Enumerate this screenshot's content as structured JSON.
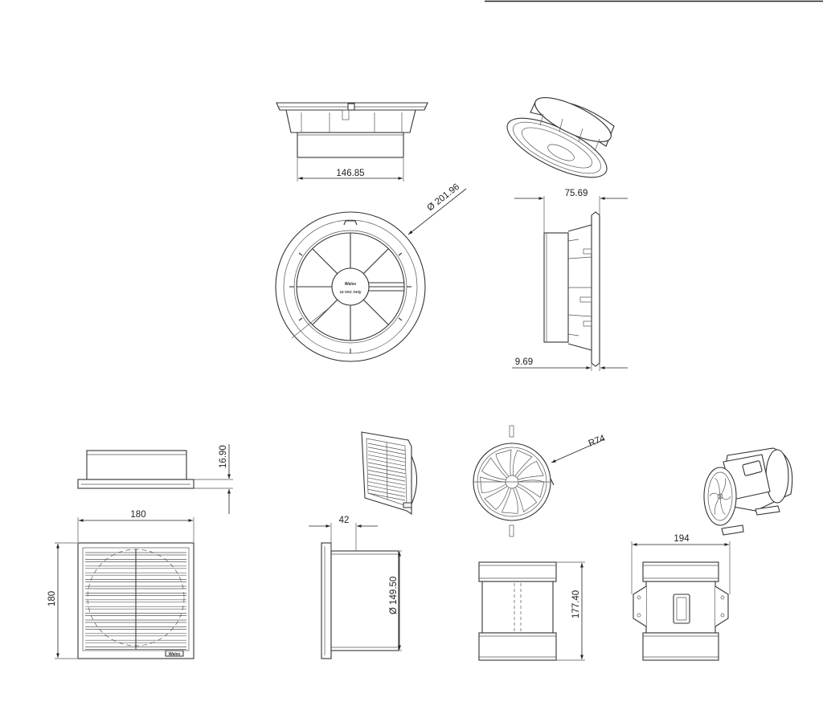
{
  "dimensions": {
    "a_width": "146.85",
    "a_diameter": "201.96",
    "a_depth": "75.69",
    "a_flange": "9.69",
    "b_flange": "16.90",
    "b_width": "180",
    "b_height": "180",
    "b_depth": "42",
    "b_spigot": "149.50",
    "c_radius": "R74",
    "c_height": "177.40",
    "c_width": "194"
  },
  "labels": {
    "brand": "Weiss",
    "connector_note": "12 VAC Only"
  },
  "colors": {
    "line": "#333333",
    "background": "#ffffff"
  }
}
